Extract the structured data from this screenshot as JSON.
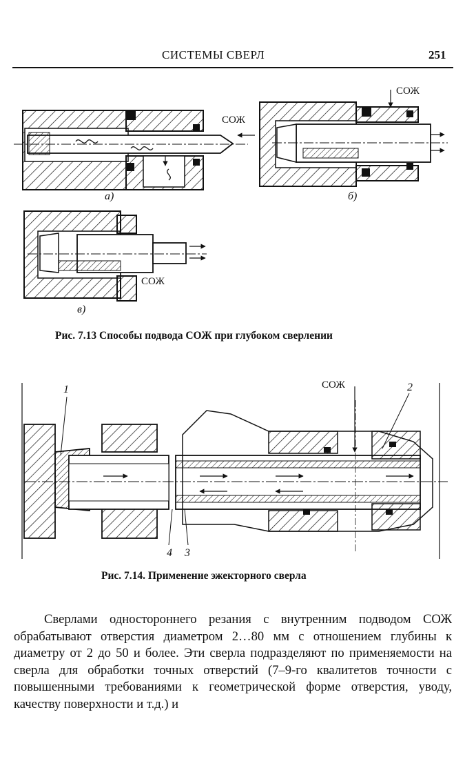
{
  "header": {
    "title": "СИСТЕМЫ СВЕРЛ",
    "page_number": "251"
  },
  "figure_713": {
    "coolant_label": "СОЖ",
    "panel_labels": [
      "а)",
      "б)",
      "в)"
    ],
    "caption": "Рис. 7.13 Способы подвода СОЖ при глубоком сверлении"
  },
  "figure_714": {
    "coolant_label": "СОЖ",
    "callouts": [
      "1",
      "2",
      "3",
      "4"
    ],
    "caption": "Рис. 7.14. Применение эжекторного сверла"
  },
  "body": {
    "paragraph": "Сверлами одностороннего резания с внутренним подводом СОЖ обрабатывают отверстия диаметром 2…80 мм с отношением глубины к диаметру от 2 до 50 и более. Эти сверла подразделяют по применяемости на сверла для обработки точных отверстий (7–9-го квалитетов точности с повышенными требованиями к геометрической форме отверстия, уводу, качеству поверхности и т.д.) и"
  }
}
